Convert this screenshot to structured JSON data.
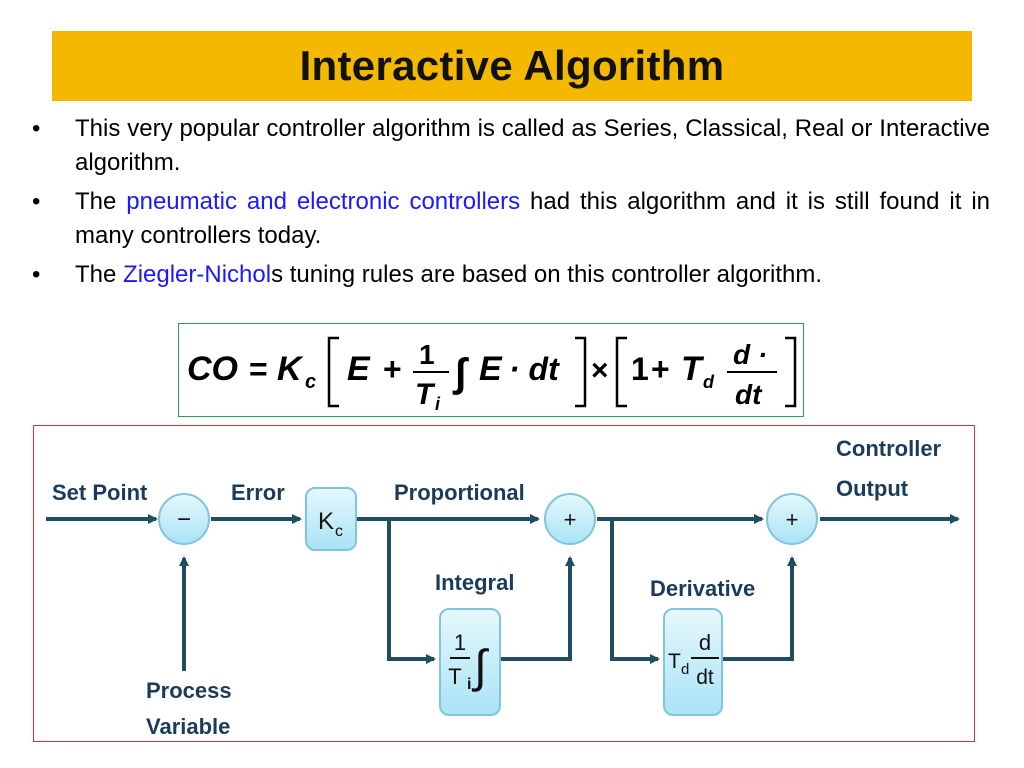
{
  "slide": {
    "title": "Interactive Algorithm",
    "bullets": [
      {
        "text": "This very popular controller algorithm is called as Series, Classical, Real or Interactive algorithm."
      },
      {
        "pre": "The ",
        "highlight": "pneumatic and electronic controllers",
        "post": " had this algorithm and it is still found it in many controllers today."
      },
      {
        "pre": "The ",
        "highlight": "Ziegler-Nichol",
        "post": "s tuning rules are based on this controller algorithm."
      }
    ],
    "bullet_symbol": "•",
    "highlight_color": "#1a1aff"
  },
  "formula": {
    "co": "CO",
    "eq": "=",
    "k": "K",
    "k_sub": "c",
    "e": "E",
    "plus": "+",
    "one": "1",
    "t": "T",
    "ti_sub": "i",
    "integral": "∫",
    "dot_dt": "· dt",
    "times": "×",
    "td_sub": "d",
    "d_dot": "d ·",
    "dt": "dt"
  },
  "diagram": {
    "labels": {
      "set_point": "Set Point",
      "error": "Error",
      "proportional": "Proportional",
      "controller_output_1": "Controller",
      "controller_output_2": "Output",
      "integral": "Integral",
      "derivative": "Derivative",
      "process_1": "Process",
      "process_2": "Variable"
    },
    "nodes": {
      "sum_minus": "−",
      "sum_plus": "+",
      "kc_main": "K",
      "kc_sub": "c",
      "int_one": "1",
      "int_t": "T",
      "int_sub": "i",
      "int_symbol": "∫",
      "der_t": "T",
      "der_sub": "d",
      "der_d": "d",
      "der_dt": "dt"
    },
    "colors": {
      "line": "#1f4e62",
      "node_fill": "#c6eefa",
      "node_stroke": "#7fc6dd",
      "label": "#1a3c5a"
    }
  }
}
